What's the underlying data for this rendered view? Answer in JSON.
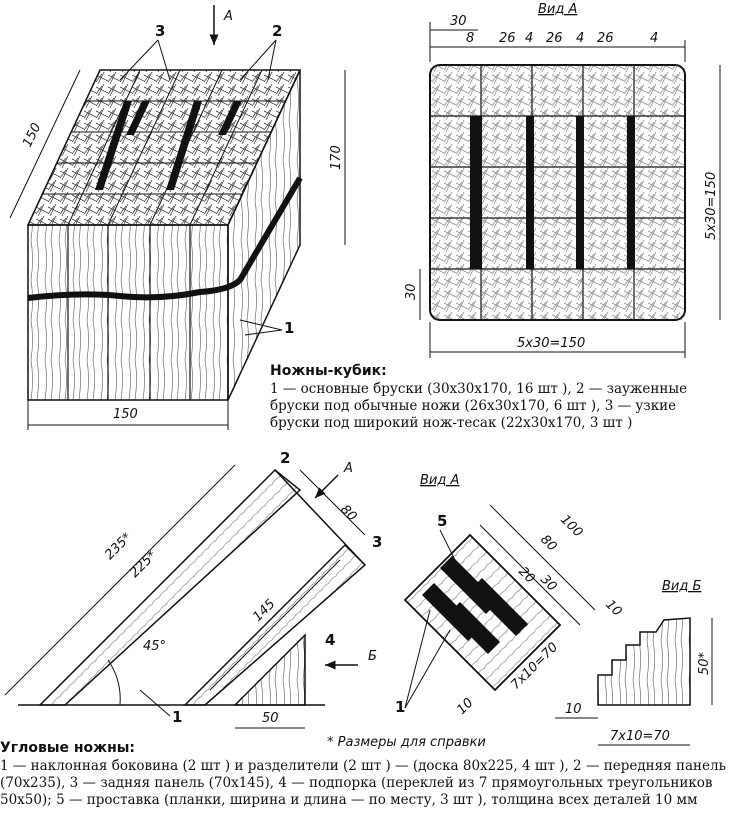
{
  "cube": {
    "title": "Ножны-кубик:",
    "description": "1 — основные бруски (30x30x170, 16 шт ), 2 — зауженные бруски под обычные ножи (26x30x170, 6 шт ), 3 — узкие бруски под широкий нож-тесак (22x30x170, 3 шт )",
    "labels": {
      "part1": "1",
      "part2": "2",
      "part3": "3",
      "arrow": "A"
    },
    "dims": {
      "depth": "150",
      "height": "170",
      "width": "150"
    },
    "view": {
      "title": "Вид А",
      "dims": {
        "left": "30",
        "d8": "8",
        "d26a": "26",
        "d4a": "4",
        "d26b": "26",
        "d4b": "4",
        "d26c": "26",
        "d4c": "4",
        "right": "5x30=150",
        "bottom": "5x30=150",
        "row": "30"
      }
    }
  },
  "corner": {
    "title": "Угловые ножны:",
    "description": "1 — наклонная боковина (2 шт ) и разделители (2 шт ) — (доска 80x225, 4 шт ), 2 — передняя панель (70x235), 3 — задняя панель (70x145), 4 — подпорка (переклей из 7 прямоугольных треугольников 50x50); 5 — проставка (планки, ширина и длина — по месту, 3 шт ), толщина всех деталей 10 мм",
    "labels": {
      "p1": "1",
      "p2": "2",
      "p3": "3",
      "p4": "4",
      "arrowA": "A",
      "arrowB": "Б"
    },
    "dims": {
      "d235": "235*",
      "d225": "225*",
      "d80": "80",
      "d145": "145",
      "angle": "45°",
      "d50": "50"
    },
    "viewA": {
      "title": "Вид А",
      "label5": "5",
      "label1": "1",
      "d100": "100",
      "d80": "80",
      "d20": "20",
      "d30": "30",
      "d10a": "10",
      "d7x10": "7x10=70",
      "d10b": "10"
    },
    "viewB": {
      "title": "Вид Б",
      "d50": "50*",
      "d10": "10",
      "d7x10": "7x10=70"
    },
    "note": "* Размеры для справки"
  }
}
